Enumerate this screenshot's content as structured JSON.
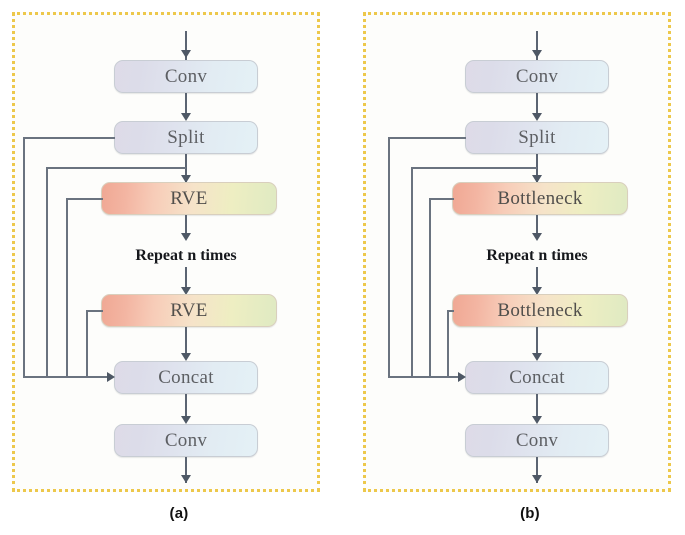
{
  "figure": {
    "caption_a": "(a)",
    "caption_b": "(b)",
    "border_color": "#edc84b",
    "panel_background": "#fdfdfb",
    "connector_color": "#5b6472"
  },
  "panels": [
    {
      "id": "a",
      "caption": "(a)",
      "repeat_label": "Repeat n times",
      "nodes": [
        {
          "label": "Conv",
          "style": "plain"
        },
        {
          "label": "Split",
          "style": "plain"
        },
        {
          "label": "RVE",
          "style": "warm"
        },
        {
          "label": "RVE",
          "style": "warm"
        },
        {
          "label": "Concat",
          "style": "plain"
        },
        {
          "label": "Conv",
          "style": "plain"
        }
      ],
      "skip_connections": 4
    },
    {
      "id": "b",
      "caption": "(b)",
      "repeat_label": "Repeat n times",
      "nodes": [
        {
          "label": "Conv",
          "style": "plain"
        },
        {
          "label": "Split",
          "style": "plain"
        },
        {
          "label": "Bottleneck",
          "style": "warm"
        },
        {
          "label": "Bottleneck",
          "style": "warm"
        },
        {
          "label": "Concat",
          "style": "plain"
        },
        {
          "label": "Conv",
          "style": "plain"
        }
      ],
      "skip_connections": 4
    }
  ]
}
